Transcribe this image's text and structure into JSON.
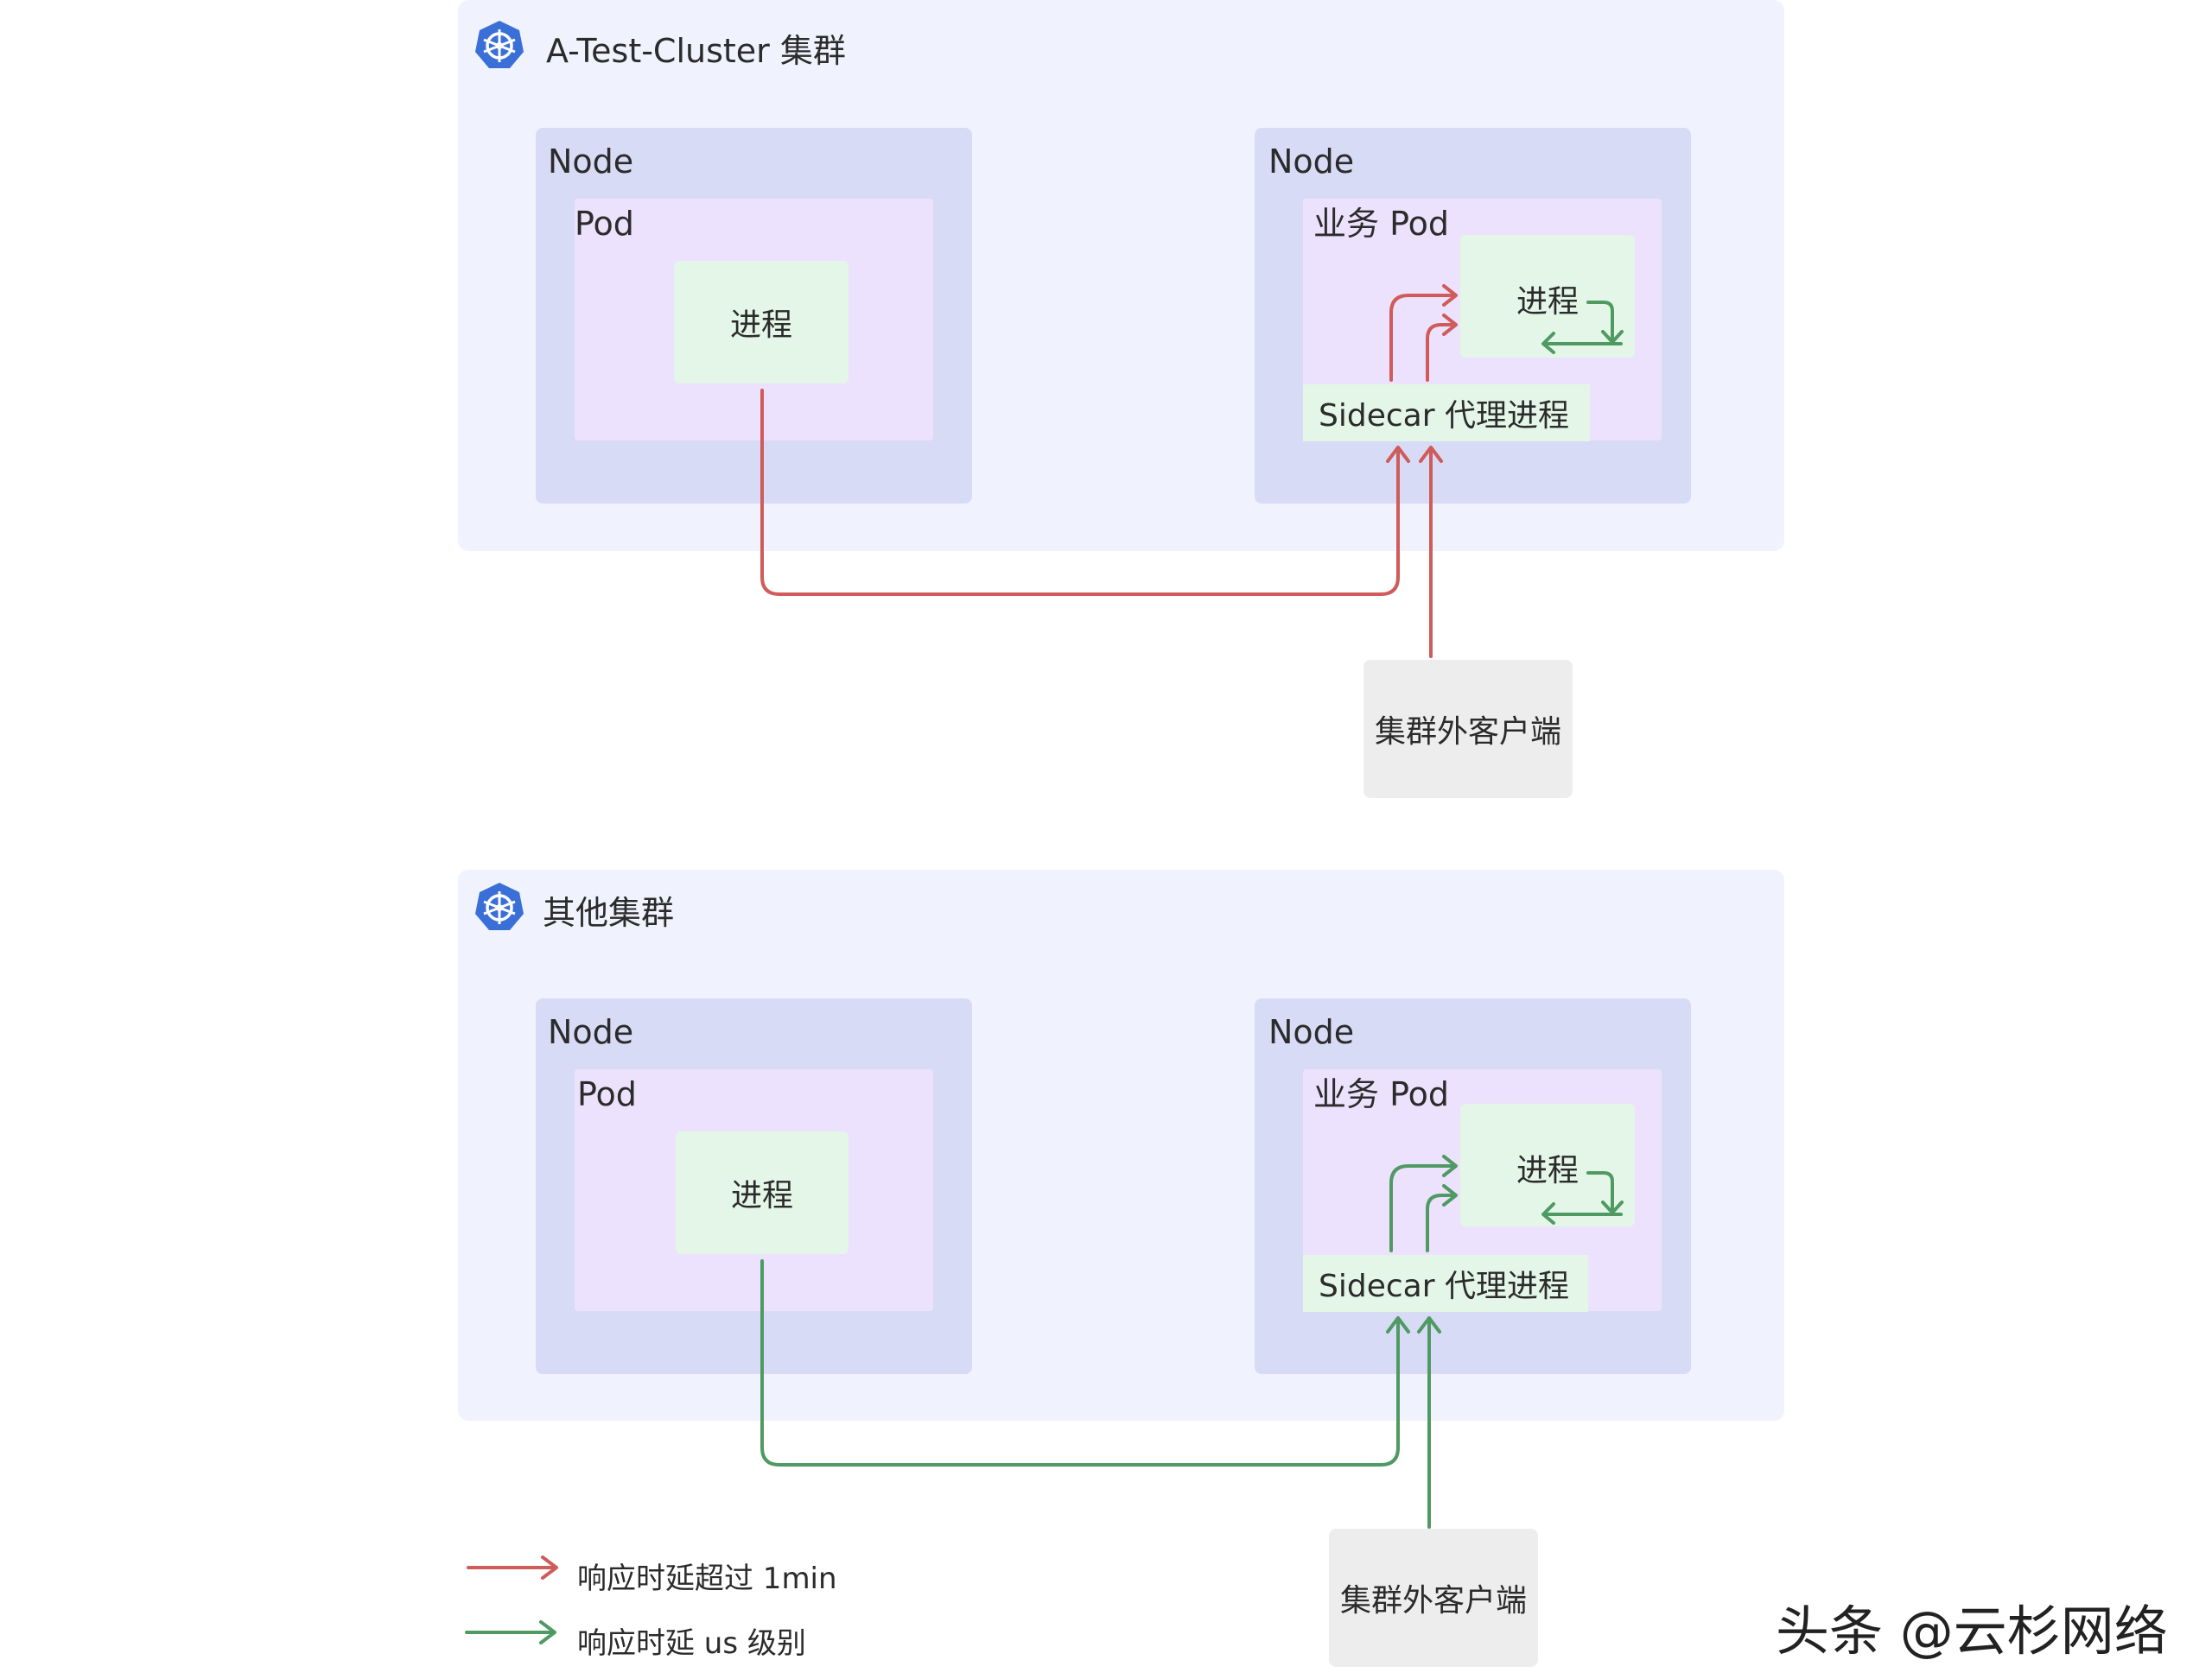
{
  "colors": {
    "slow": "#cf5b5b",
    "fast": "#4f9a63",
    "k8s_blue": "#3b6fd8"
  },
  "clusters": [
    {
      "title": "A-Test-Cluster 集群",
      "left_node": {
        "label": "Node",
        "pod_label": "Pod",
        "process_label": "进程"
      },
      "right_node": {
        "label": "Node",
        "pod_label": "业务 Pod",
        "process_label": "进程",
        "sidecar_label": "Sidecar 代理进程"
      },
      "client_label": "集群外客户端",
      "arrow_status": "slow"
    },
    {
      "title": "其他集群",
      "left_node": {
        "label": "Node",
        "pod_label": "Pod",
        "process_label": "进程"
      },
      "right_node": {
        "label": "Node",
        "pod_label": "业务 Pod",
        "process_label": "进程",
        "sidecar_label": "Sidecar 代理进程"
      },
      "client_label": "集群外客户端",
      "arrow_status": "fast"
    }
  ],
  "legend": [
    {
      "label": "响应时延超过 1min",
      "status": "slow"
    },
    {
      "label": "响应时延 us 级别",
      "status": "fast"
    }
  ],
  "watermark": "头条 @云杉网络"
}
